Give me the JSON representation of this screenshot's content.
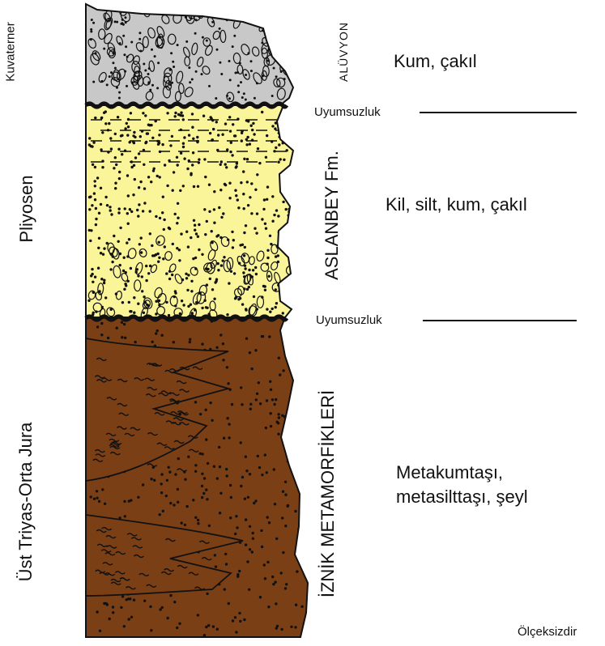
{
  "ages": {
    "quaternary": "Kuvaterner",
    "pliocene": "Pliyosen",
    "triassic_jurassic": "Üst Triyas-Orta Jura"
  },
  "units": {
    "alluvium": "ALÜVYON",
    "aslanbey": "ASLANBEY Fm.",
    "iznik": "İZNİK METAMORFİKLERİ"
  },
  "lithology": {
    "alluvium": "Kum, çakıl",
    "aslanbey": "Kil, silt, kum, çakıl",
    "iznik_line1": "Metakumtaşı,",
    "iznik_line2": "metasilttaşı, şeyl"
  },
  "contacts": {
    "upper": "Uyumsuzluk",
    "lower": "Uyumsuzluk"
  },
  "scale_note": "Ölçeksizdir",
  "colors": {
    "alluvium": "#c8c8c8",
    "aslanbey": "#fbf59a",
    "iznik": "#7b3f16",
    "outline": "#111111"
  }
}
